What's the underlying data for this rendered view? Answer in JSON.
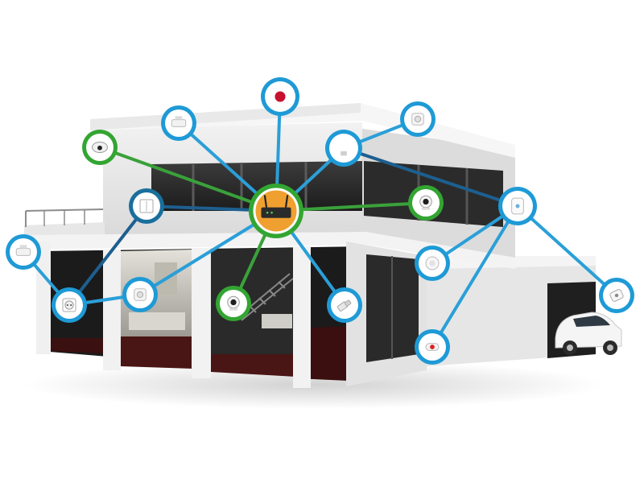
{
  "scene": {
    "subject": "smart-home-network",
    "hub": {
      "icon": "wifi-router-icon",
      "ring_color": "#33a532",
      "fill_color": "#f0a030"
    },
    "ring_colors": {
      "blue": "#1e9ad6",
      "green": "#33a532",
      "dark_blue": "#1a6f9c"
    },
    "line_colors": {
      "blue": "#2a9fd8",
      "green": "#3aa13a",
      "dark_blue": "#1d5f8f"
    },
    "devices": [
      {
        "id": "siren",
        "icon": "siren-icon",
        "ring": "blue"
      },
      {
        "id": "smoke-detector-top",
        "icon": "smoke-detector-icon",
        "ring": "blue"
      },
      {
        "id": "motion-sensor-top-right",
        "icon": "motion-sensor-icon",
        "ring": "blue"
      },
      {
        "id": "smart-bulb",
        "icon": "light-bulb-icon",
        "ring": "blue"
      },
      {
        "id": "dome-camera",
        "icon": "dome-camera-icon",
        "ring": "green"
      },
      {
        "id": "wall-switch",
        "icon": "wall-switch-icon",
        "ring": "dark_blue"
      },
      {
        "id": "ip-camera-right",
        "icon": "ip-camera-icon",
        "ring": "green"
      },
      {
        "id": "repeater",
        "icon": "range-extender-icon",
        "ring": "blue"
      },
      {
        "id": "smoke-detector-left",
        "icon": "smoke-detector-icon",
        "ring": "blue"
      },
      {
        "id": "wall-outlet",
        "icon": "power-outlet-icon",
        "ring": "blue"
      },
      {
        "id": "motion-sensor-living",
        "icon": "motion-sensor-icon",
        "ring": "blue"
      },
      {
        "id": "ip-camera-center",
        "icon": "ip-camera-icon",
        "ring": "green"
      },
      {
        "id": "door-sensor",
        "icon": "door-sensor-icon",
        "ring": "blue"
      },
      {
        "id": "ceiling-sensor",
        "icon": "ceiling-sensor-icon",
        "ring": "blue"
      },
      {
        "id": "panic-button",
        "icon": "panic-button-icon",
        "ring": "blue"
      },
      {
        "id": "plug-adapter",
        "icon": "smart-plug-icon",
        "ring": "blue"
      }
    ]
  }
}
